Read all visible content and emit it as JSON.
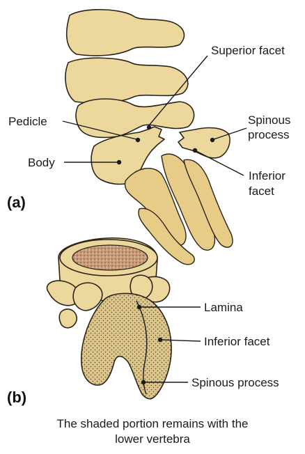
{
  "panel_a": {
    "letter": "(a)",
    "labels": {
      "superior_facet": "Superior facet",
      "spinous_process_1": "Spinous",
      "spinous_process_2": "process",
      "pedicle": "Pedicle",
      "body": "Body",
      "inferior_facet_1": "Inferior",
      "inferior_facet_2": "facet"
    }
  },
  "panel_b": {
    "letter": "(b)",
    "labels": {
      "lamina": "Lamina",
      "inferior_facet": "Inferior facet",
      "spinous_process": "Spinous process"
    }
  },
  "caption": {
    "line1": "The shaded portion remains with the",
    "line2": "lower vertebra"
  },
  "colors": {
    "bone": "#ecd79d",
    "outline": "#2b2416",
    "cancellous": "#b98a6a"
  }
}
